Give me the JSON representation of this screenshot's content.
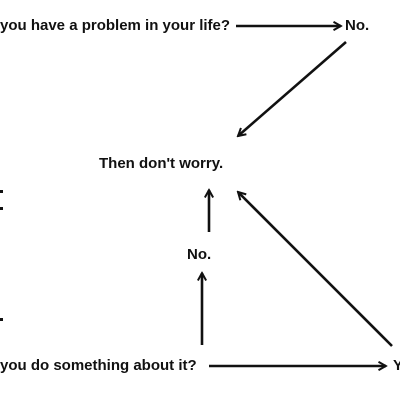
{
  "diagram": {
    "question_top": "you have a problem in your life?",
    "answer_top": "No.",
    "conclusion": "Then don't worry.",
    "answer_middle": "No.",
    "question_bottom": "you do something about it?",
    "answer_bottom_partial": "Y"
  },
  "colors": {
    "ink": "#111111",
    "background": "#ffffff"
  }
}
